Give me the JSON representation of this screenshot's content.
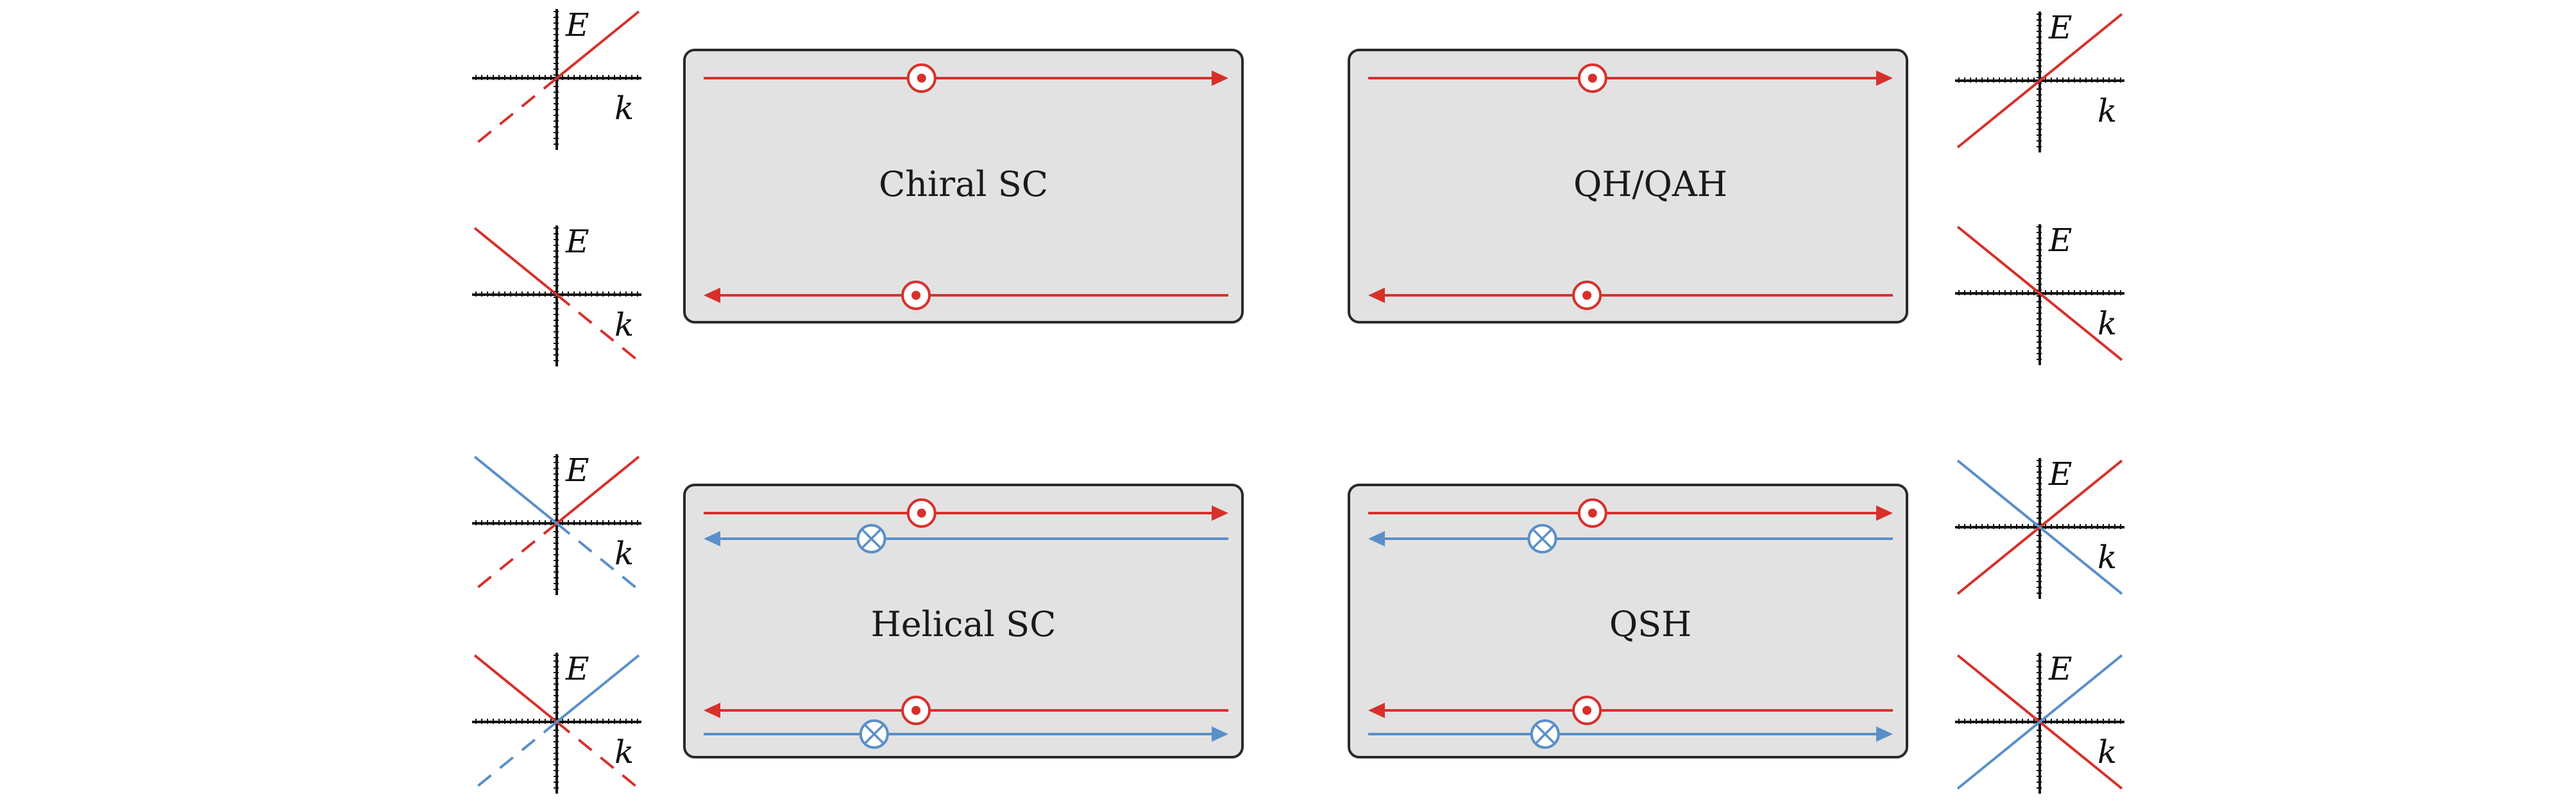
{
  "colors": {
    "red": "#d7302b",
    "blue": "#5a8fc8",
    "panel_fill": "#e2e2e2",
    "panel_stroke": "#2a2a2a",
    "axis": "#111111"
  },
  "axis_labels": {
    "energy": "E",
    "momentum": "k"
  },
  "panels": [
    {
      "id": "chiral-sc",
      "label": "Chiral SC",
      "top_edge": [
        {
          "color": "red",
          "direction": "right",
          "spin": "dot"
        }
      ],
      "bottom_edge": [
        {
          "color": "red",
          "direction": "left",
          "spin": "dot"
        }
      ]
    },
    {
      "id": "qh-qah",
      "label": "QH/QAH",
      "top_edge": [
        {
          "color": "red",
          "direction": "right",
          "spin": "dot"
        }
      ],
      "bottom_edge": [
        {
          "color": "red",
          "direction": "left",
          "spin": "dot"
        }
      ]
    },
    {
      "id": "helical-sc",
      "label": "Helical SC",
      "top_edge": [
        {
          "color": "red",
          "direction": "right",
          "spin": "dot"
        },
        {
          "color": "blue",
          "direction": "left",
          "spin": "cross"
        }
      ],
      "bottom_edge": [
        {
          "color": "red",
          "direction": "left",
          "spin": "dot"
        },
        {
          "color": "blue",
          "direction": "right",
          "spin": "cross"
        }
      ]
    },
    {
      "id": "qsh",
      "label": "QSH",
      "top_edge": [
        {
          "color": "red",
          "direction": "right",
          "spin": "dot"
        },
        {
          "color": "blue",
          "direction": "left",
          "spin": "cross"
        }
      ],
      "bottom_edge": [
        {
          "color": "red",
          "direction": "left",
          "spin": "dot"
        },
        {
          "color": "blue",
          "direction": "right",
          "spin": "cross"
        }
      ]
    }
  ],
  "dispersions": [
    {
      "id": "chiral-sc-top",
      "lines": [
        {
          "color": "red",
          "slope": "positive",
          "style": "half-dashed"
        }
      ]
    },
    {
      "id": "chiral-sc-bottom",
      "lines": [
        {
          "color": "red",
          "slope": "negative",
          "style": "half-dashed"
        }
      ]
    },
    {
      "id": "qh-top",
      "lines": [
        {
          "color": "red",
          "slope": "positive",
          "style": "solid"
        }
      ]
    },
    {
      "id": "qh-bottom",
      "lines": [
        {
          "color": "red",
          "slope": "negative",
          "style": "solid"
        }
      ]
    },
    {
      "id": "helical-sc-top",
      "lines": [
        {
          "color": "red",
          "slope": "positive",
          "style": "half-dashed"
        },
        {
          "color": "blue",
          "slope": "negative",
          "style": "half-dashed"
        }
      ]
    },
    {
      "id": "helical-sc-bottom",
      "lines": [
        {
          "color": "red",
          "slope": "negative",
          "style": "half-dashed"
        },
        {
          "color": "blue",
          "slope": "positive",
          "style": "half-dashed"
        }
      ]
    },
    {
      "id": "qsh-top",
      "lines": [
        {
          "color": "red",
          "slope": "positive",
          "style": "solid"
        },
        {
          "color": "blue",
          "slope": "negative",
          "style": "solid"
        }
      ]
    },
    {
      "id": "qsh-bottom",
      "lines": [
        {
          "color": "red",
          "slope": "negative",
          "style": "solid"
        },
        {
          "color": "blue",
          "slope": "positive",
          "style": "solid"
        }
      ]
    }
  ]
}
